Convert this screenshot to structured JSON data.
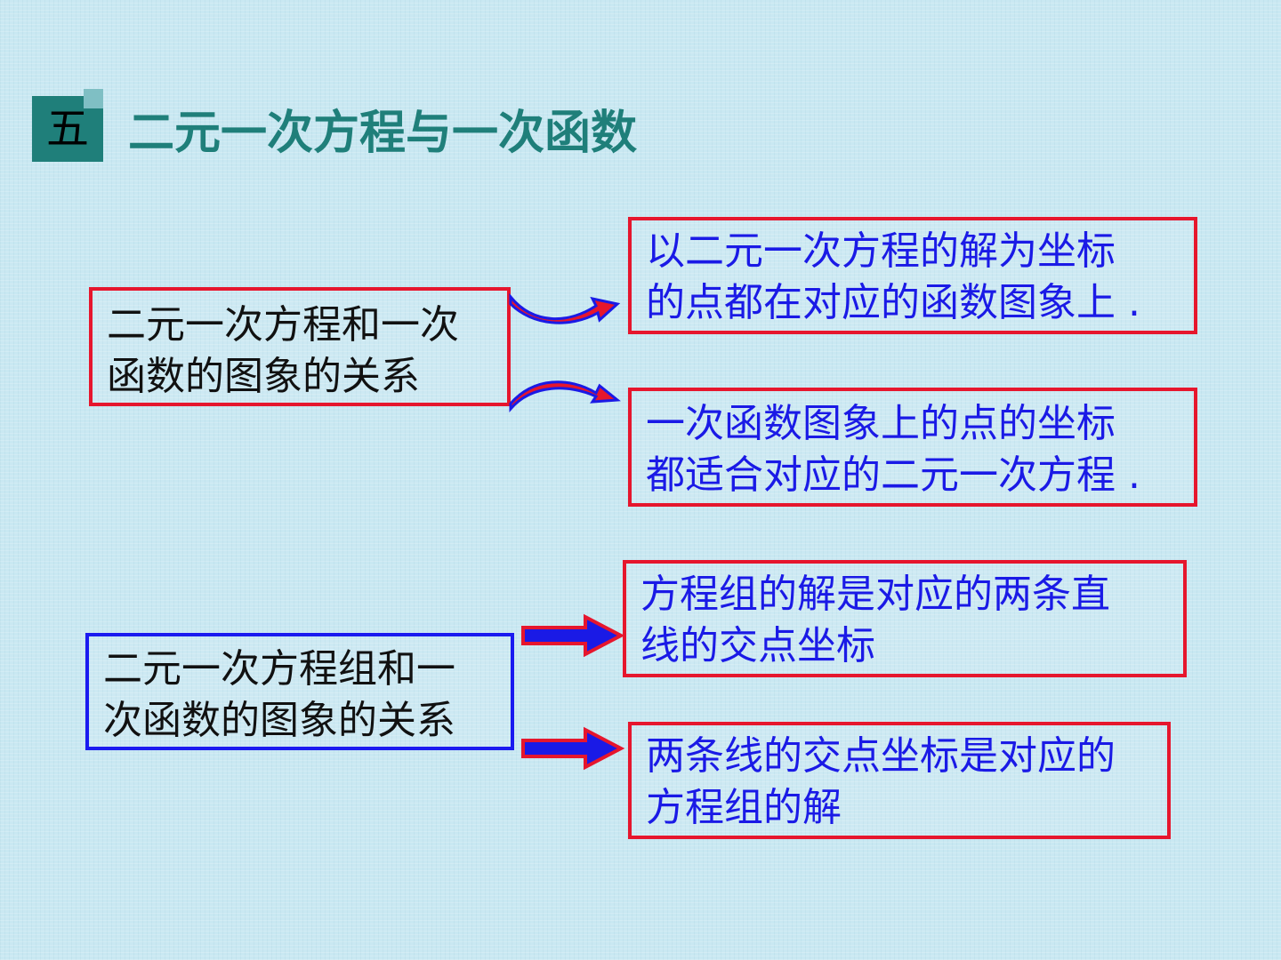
{
  "header": {
    "badge": "五",
    "title": "二元一次方程与一次函数"
  },
  "section1": {
    "source": {
      "line1": "二元一次方程和一次",
      "line2": "函数的图象的关系"
    },
    "result_top": {
      "line1": "以二元一次方程的解为坐标",
      "line2": "的点都在对应的函数图象上 ."
    },
    "result_bottom": {
      "line1": "一次函数图象上的点的坐标",
      "line2": "都适合对应的二元一次方程 ."
    }
  },
  "section2": {
    "source": {
      "line1": "二元一次方程组和一",
      "line2": "次函数的图象的关系"
    },
    "result_top": {
      "line1": "方程组的解是对应的两条直",
      "line2": "线的交点坐标"
    },
    "result_bottom": {
      "line1": "两条线的交点坐标是对应的",
      "line2": "方程组的解"
    }
  },
  "colors": {
    "accent_teal": "#1f7f7a",
    "border_red": "#e6162d",
    "border_blue": "#1a1af0",
    "text_blue": "#1a1ae6",
    "arrow_red": "#e6162d",
    "arrow_blue": "#1a1ae6"
  }
}
